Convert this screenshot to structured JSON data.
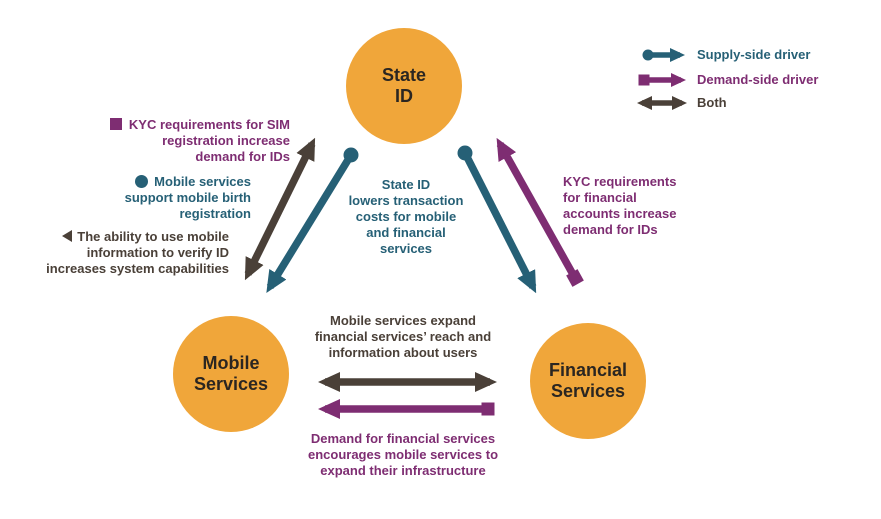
{
  "colors": {
    "node_fill": "#F0A63A",
    "node_text": "#2B2621",
    "teal": "#266076",
    "purple": "#7E2D72",
    "dark": "#4A4038",
    "background": "#FFFFFF"
  },
  "nodes": {
    "state_id": {
      "label": "State\nID"
    },
    "mobile_services": {
      "label": "Mobile\nServices"
    },
    "financial_services": {
      "label": "Financial\nServices"
    }
  },
  "legend": {
    "items": [
      {
        "label": "Supply-side driver",
        "type": "supply",
        "tail": "circle",
        "color": "#266076"
      },
      {
        "label": "Demand-side driver",
        "type": "demand",
        "tail": "square",
        "color": "#7E2D72"
      },
      {
        "label": "Both",
        "type": "both",
        "tail": "double-arrow",
        "color": "#4A4038"
      }
    ]
  },
  "annotations": {
    "kyc_sim": {
      "bullet": "square",
      "color": "#7E2D72",
      "lines": [
        "KYC requirements for SIM",
        "registration increase",
        "demand for IDs"
      ]
    },
    "mobile_birth": {
      "bullet": "circle",
      "color": "#266076",
      "lines": [
        "Mobile services",
        "support mobile birth",
        "registration"
      ]
    },
    "verify_id": {
      "bullet": "triangle",
      "color": "#4A4038",
      "lines": [
        "The ability to use mobile",
        "information to verify ID",
        "increases system capabilities"
      ]
    },
    "state_id_lowers": {
      "color": "#266076",
      "lines": [
        "State ID",
        "lowers transaction",
        "costs for mobile",
        "and financial",
        "services"
      ]
    },
    "kyc_financial": {
      "color": "#7E2D72",
      "lines": [
        "KYC requirements",
        "for financial",
        "accounts increase",
        "demand for IDs"
      ]
    },
    "mobile_expand": {
      "color": "#4A4038",
      "lines": [
        "Mobile services expand",
        "financial services’ reach and",
        "information about users"
      ]
    },
    "demand_financial": {
      "color": "#7E2D72",
      "lines": [
        "Demand for financial services",
        "encourages mobile services to",
        "expand their infrastructure"
      ]
    }
  }
}
